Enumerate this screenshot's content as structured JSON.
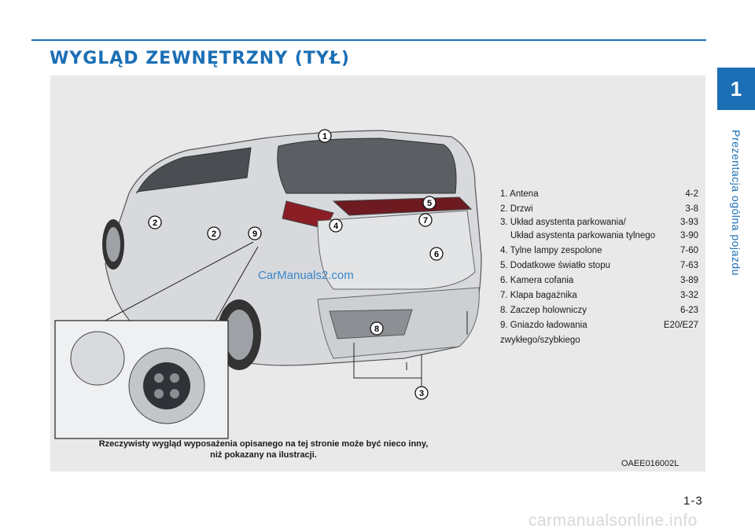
{
  "header": {
    "title": "WYGLĄD ZEWNĘTRZNY (TYŁ)"
  },
  "side_tab": {
    "number": "1",
    "label": "Prezentacja ogólna pojazdu"
  },
  "legend": [
    {
      "label": "1. Antena",
      "page": "4-2"
    },
    {
      "label": "2. Drzwi",
      "page": "3-8"
    },
    {
      "label": "3. Układ asystenta parkowania/",
      "page": "3-93"
    },
    {
      "label": "Układ asystenta parkowania tylnego",
      "page": "3-90"
    },
    {
      "label": "4. Tylne lampy zespolone",
      "page": "7-60"
    },
    {
      "label": "5. Dodatkowe światło stopu",
      "page": "7-63"
    },
    {
      "label": "6. Kamera cofania",
      "page": "3-89"
    },
    {
      "label": "7. Klapa bagażnika",
      "page": "3-32"
    },
    {
      "label": "8. Zaczep holowniczy",
      "page": "6-23"
    },
    {
      "label": "9. Gniazdo ładowania zwykłego/szybkiego",
      "page": "E20/E27"
    }
  ],
  "callouts": [
    "1",
    "2",
    "2",
    "9",
    "4",
    "5",
    "7",
    "6",
    "8",
    "3"
  ],
  "caption": {
    "line1": "Rzeczywisty wygląd wyposażenia opisanego na tej stronie może być nieco inny,",
    "line2": "niż pokazany na ilustracji."
  },
  "image_code": "OAEE016002L",
  "watermark": "CarManuals2.com",
  "page_number": "1-3",
  "footer_watermark": "carmanualsonline.info",
  "colors": {
    "accent": "#1b6fb5",
    "panel": "#e9e9e9"
  }
}
